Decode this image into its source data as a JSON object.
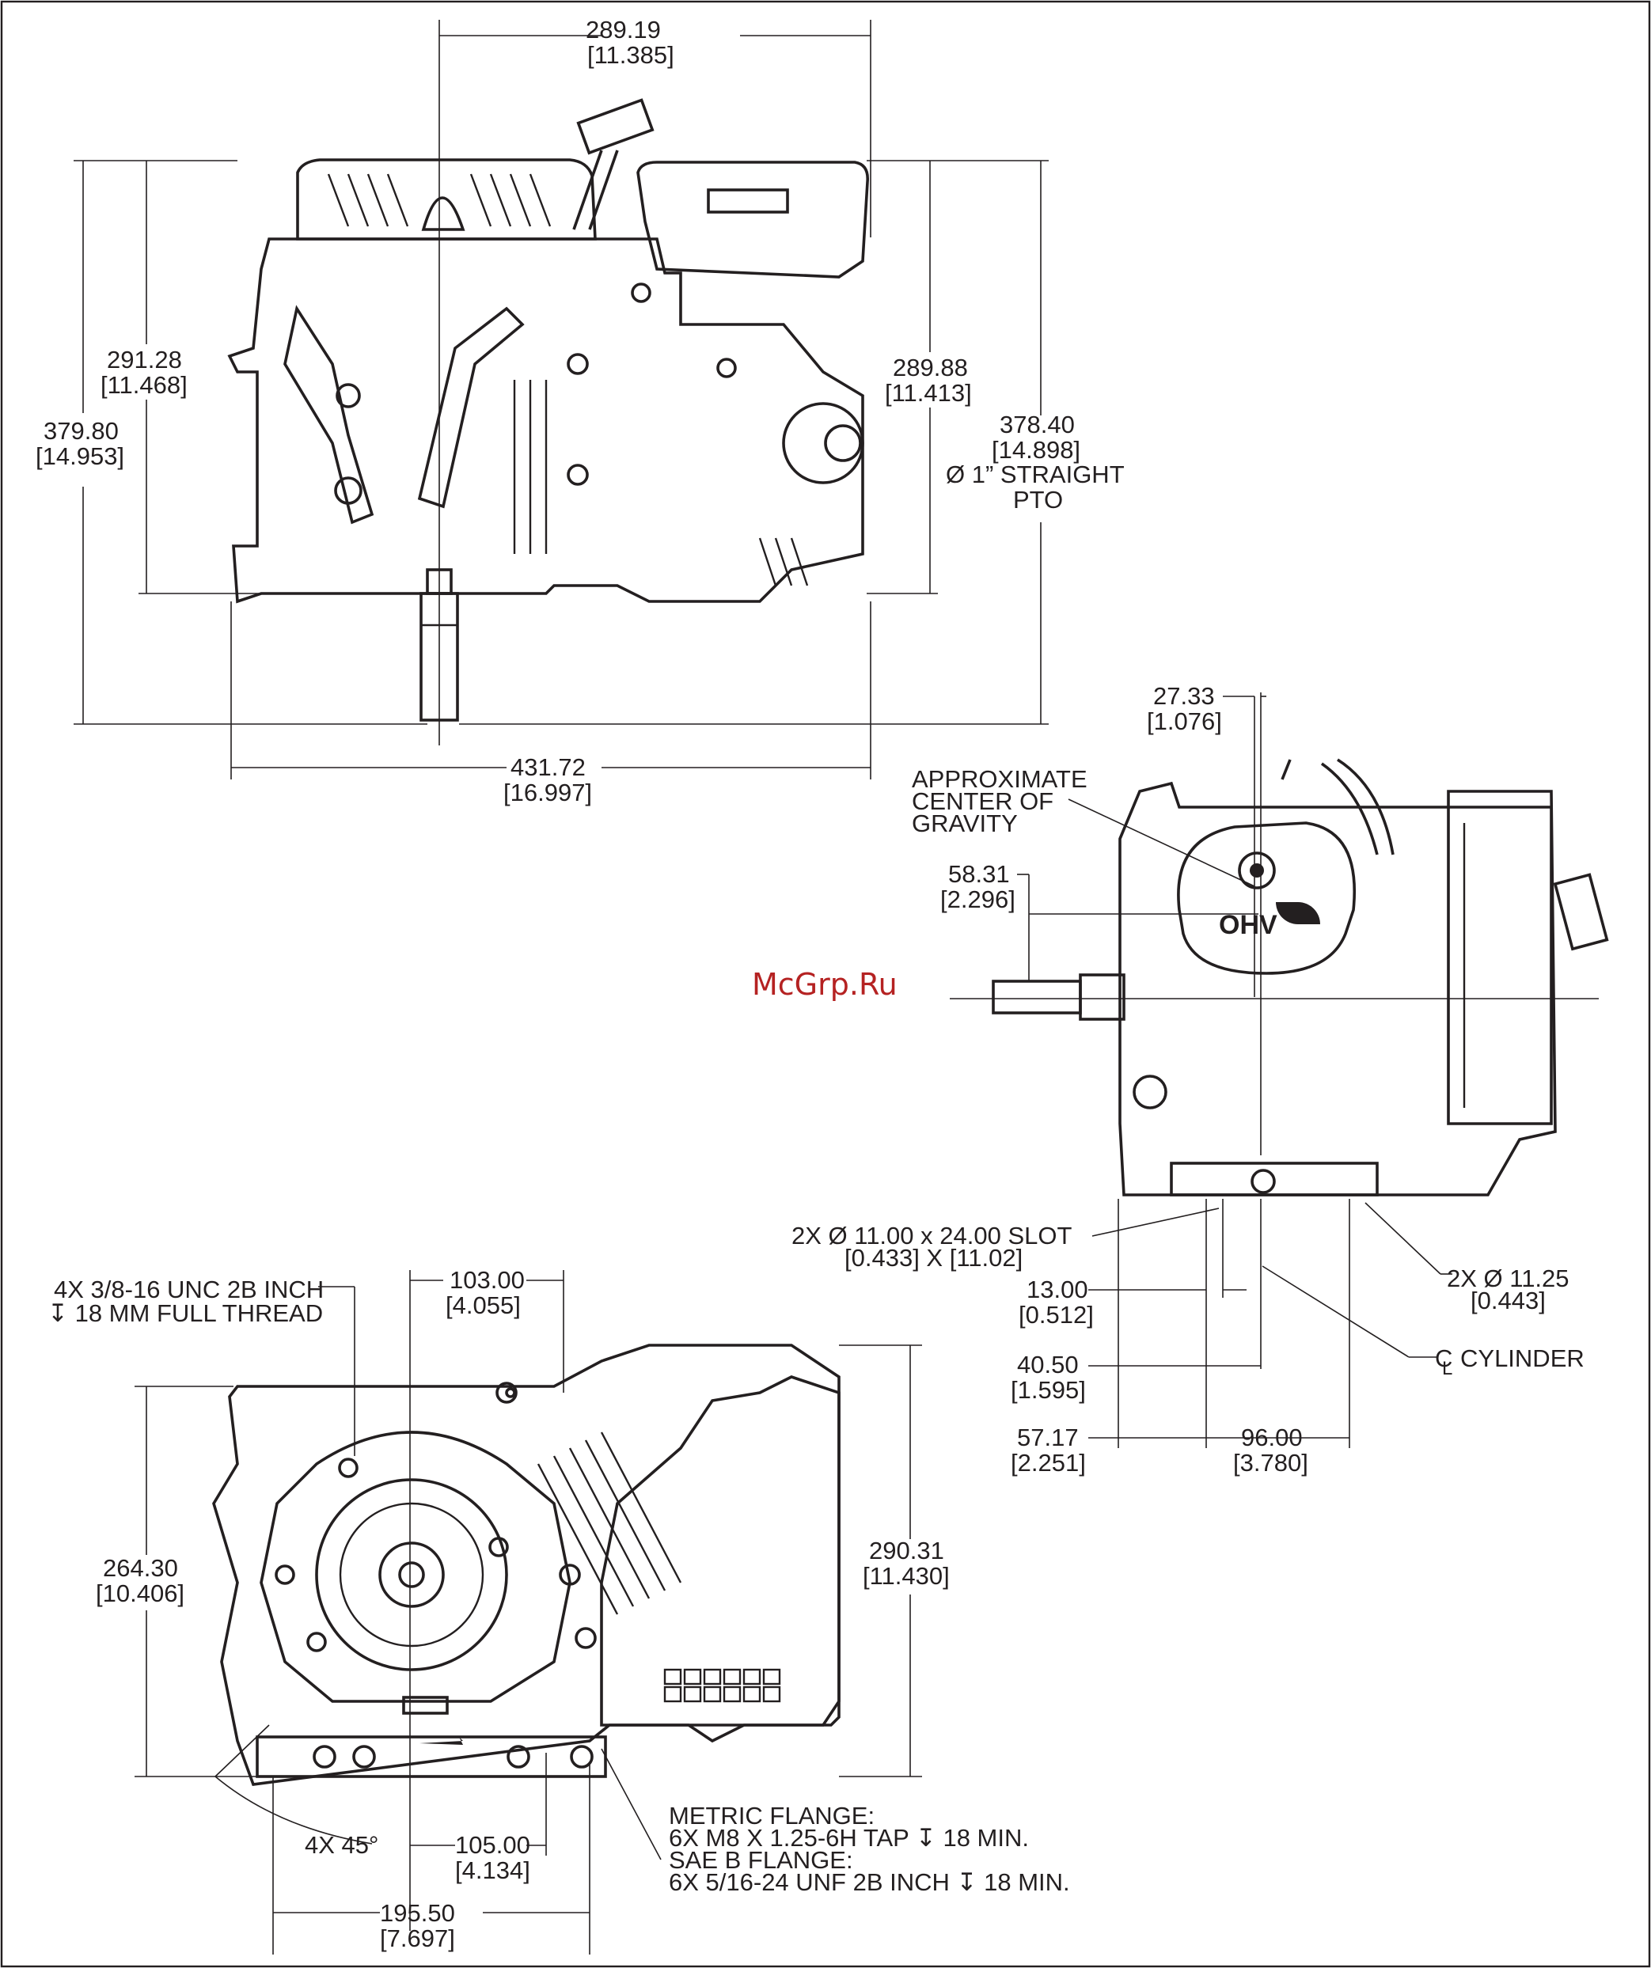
{
  "watermark": "McGrp.Ru",
  "top_view": {
    "width_top": "289.19",
    "width_top_in": "[11.385]",
    "height_left_inner": "291.28",
    "height_left_inner_in": "[11.468]",
    "height_left_outer": "379.80",
    "height_left_outer_in": "[14.953]",
    "height_right_inner": "289.88",
    "height_right_inner_in": "[11.413]",
    "height_right_outer": "378.40",
    "height_right_outer_in": "[14.898]",
    "pto_line1": "Ø 1” STRAIGHT",
    "pto_line2": "PTO",
    "width_bottom": "431.72",
    "width_bottom_in": "[16.997]"
  },
  "side_view": {
    "offset_top": "27.33",
    "offset_top_in": "[1.076]",
    "cg_line1": "APPROXIMATE",
    "cg_line2": "CENTER OF",
    "cg_line3": "GRAVITY",
    "height_shaft": "58.31",
    "height_shaft_in": "[2.296]",
    "slot_line1": "2X Ø 11.00 x 24.00 SLOT",
    "slot_line2": "[0.433] X [11.02]",
    "hole_line1": "2X Ø 11.25",
    "hole_line2": "[0.443]",
    "d13": "13.00",
    "d13_in": "[0.512]",
    "d40": "40.50",
    "d40_in": "[1.595]",
    "d57": "57.17",
    "d57_in": "[2.251]",
    "d96": "96.00",
    "d96_in": "[3.780]",
    "cylinder_label": "CYLINDER",
    "oh_label": "OHV"
  },
  "front_view": {
    "tap_line1": "4X 3/8-16 UNC 2B INCH",
    "tap_line2": "↧ 18 MM FULL THREAD",
    "d103": "103.00",
    "d103_in": "[4.055]",
    "h264": "264.30",
    "h264_in": "[10.406]",
    "h290": "290.31",
    "h290_in": "[11.430]",
    "angle": "4X 45°",
    "d105": "105.00",
    "d105_in": "[4.134]",
    "d195": "195.50",
    "d195_in": "[7.697]",
    "flange_line1": "METRIC FLANGE:",
    "flange_line2": "6X M8 X 1.25-6H TAP ↧ 18 MIN.",
    "flange_line3": "SAE B FLANGE:",
    "flange_line4": "6X 5/16-24 UNF 2B INCH ↧ 18 MIN."
  }
}
